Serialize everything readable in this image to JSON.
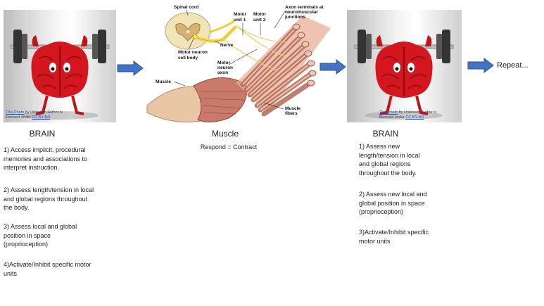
{
  "left_panel": {
    "photo_credit": {
      "link": "This Photo",
      "rest_1": " by Unknown Author is",
      "rest_2": "licensed under ",
      "license": "CC BY-ND"
    },
    "heading": "BRAIN",
    "steps": [
      "1) Access implicit, procedural\nmemories and associations to\ninterpret instruction.",
      "2) Assess length/tension in local\nand global regions throughout\nthe body.",
      "3) Assess local and global\nposition in space\n(proprioception)",
      "4)Activate/Inhibit specific motor\nunits"
    ]
  },
  "middle_panel": {
    "heading": "Muscle",
    "subheading": "Respond = Contract",
    "labels": {
      "spinal_cord": "Spinal cord",
      "motor_unit_1": "Motor\nunit 1",
      "motor_unit_2": "Motor\nunit 2",
      "axon_terminals": "Axon terminals at\nneuromuscular\njunctions",
      "motor_neuron_cell_body": "Motor neuron\ncell body",
      "nerve": "Nerve",
      "motor_neuron_axon": "Motor\nneuron\naxon",
      "muscle": "Muscle",
      "muscle_fibers": "Muscle\nfibers"
    }
  },
  "right_panel": {
    "photo_credit": {
      "link": "This Photo",
      "rest_1": " by Unknown Author is",
      "rest_2": "licensed under ",
      "license": "CC BY-ND"
    },
    "heading": "BRAIN",
    "steps": [
      "1) Assess new\nlength/tension in local\nand global regions\nthroughout the body.",
      "2) Assess new local and\nglobal position in space\n(proprioception)",
      "3)Activate/Inhibit specific\nmotor units"
    ]
  },
  "repeat_label": "Repeat...",
  "colors": {
    "arrow": "#4472c4",
    "arrow_stroke": "#2f528f",
    "brain": "#d4171f",
    "muscle": "#c97a6a"
  }
}
